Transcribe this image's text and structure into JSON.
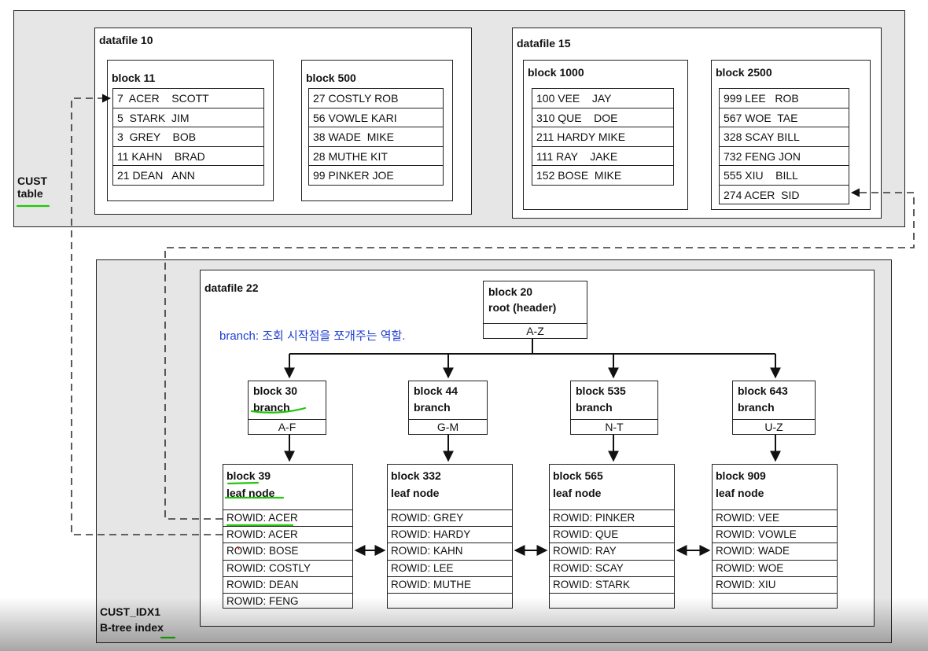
{
  "table_area": {
    "label_line1": "CUST",
    "label_line2": "table",
    "datafiles": [
      {
        "title": "datafile 10",
        "blocks": [
          {
            "title": "block 11",
            "rows": [
              "7  ACER    SCOTT",
              "5  STARK  JIM",
              "3  GREY    BOB",
              "11 KAHN    BRAD",
              "21 DEAN   ANN"
            ]
          },
          {
            "title": "block 500",
            "rows": [
              "27 COSTLY ROB",
              "56 VOWLE KARI",
              "38 WADE  MIKE",
              "28 MUTHE KIT",
              "99 PINKER JOE"
            ]
          }
        ]
      },
      {
        "title": "datafile 15",
        "blocks": [
          {
            "title": "block 1000",
            "rows": [
              "100 VEE    JAY",
              "310 QUE    DOE",
              "211 HARDY MIKE",
              "111 RAY    JAKE",
              "152 BOSE  MIKE"
            ]
          },
          {
            "title": "block 2500",
            "rows": [
              "999 LEE   ROB",
              "567 WOE  TAE",
              "328 SCAY BILL",
              "732 FENG JON",
              "555 XIU    BILL",
              "274 ACER  SID"
            ]
          }
        ]
      }
    ]
  },
  "index_area": {
    "label_line1": "CUST_IDX1",
    "label_line2": "B-tree index",
    "datafile_title": "datafile 22",
    "note": "branch: 조회 시작점을 쪼개주는 역할.",
    "root": {
      "title_line1": "block 20",
      "title_line2": "root (header)",
      "range": "A-Z"
    },
    "branches": [
      {
        "title": "block 30",
        "subtitle": "branch",
        "range": "A-F"
      },
      {
        "title": "block 44",
        "subtitle": "branch",
        "range": "G-M"
      },
      {
        "title": "block 535",
        "subtitle": "branch",
        "range": "N-T"
      },
      {
        "title": "block 643",
        "subtitle": "branch",
        "range": "U-Z"
      }
    ],
    "leaves": [
      {
        "title": "block 39",
        "subtitle": "leaf node",
        "rows": [
          "ROWID: ACER",
          "ROWID: ACER",
          "ROWID: BOSE",
          "ROWID: COSTLY",
          "ROWID: DEAN",
          "ROWID: FENG"
        ]
      },
      {
        "title": "block 332",
        "subtitle": "leaf node",
        "rows": [
          "ROWID: GREY",
          "ROWID: HARDY",
          "ROWID: KAHN",
          "ROWID: LEE",
          "ROWID: MUTHE",
          ""
        ]
      },
      {
        "title": "block 565",
        "subtitle": "leaf node",
        "rows": [
          "ROWID: PINKER",
          "ROWID: QUE",
          "ROWID: RAY",
          "ROWID: SCAY",
          "ROWID: STARK",
          ""
        ]
      },
      {
        "title": "block 909",
        "subtitle": "leaf node",
        "rows": [
          "ROWID: VEE",
          "ROWID: VOWLE",
          "ROWID: WADE",
          "ROWID: WOE",
          "ROWID: XIU",
          ""
        ]
      }
    ]
  },
  "colors": {
    "highlight": "#22c60a",
    "note_text": "#1f3fd0",
    "panel": "#e6e6e6"
  }
}
